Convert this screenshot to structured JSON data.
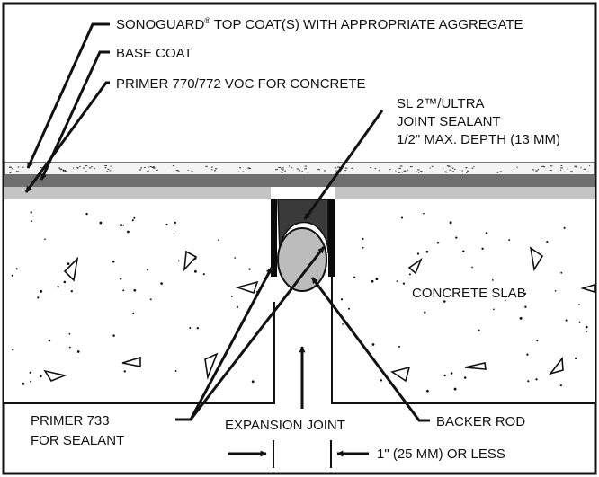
{
  "labels": {
    "top_coat": "SONOGUARD",
    "top_coat_reg": "®",
    "top_coat_rest": " TOP COAT(S) WITH APPROPRIATE AGGREGATE",
    "base_coat": "BASE COAT",
    "primer_770": "PRIMER 770/772 VOC FOR CONCRETE",
    "sealant_line1": "SL 2™/ULTRA",
    "sealant_line2": "JOINT SEALANT",
    "sealant_line3": "1/2\" MAX. DEPTH (13 MM)",
    "concrete_slab": "CONCRETE SLAB",
    "primer_733_line1": "PRIMER 733",
    "primer_733_line2": "FOR SEALANT",
    "expansion_joint": "EXPANSION JOINT",
    "backer_rod": "BACKER ROD",
    "joint_width": "1\" (25 MM) OR LESS"
  },
  "colors": {
    "outline": "#111111",
    "top_coat_fill": "#f4f4f4",
    "base_coat_fill": "#6f6f6f",
    "primer_fill": "#c4c4c4",
    "sealant_fill": "#3a3a3a",
    "backer_rod_fill": "#bcbcbc",
    "primer_733_fill": "#0a0a0a"
  }
}
